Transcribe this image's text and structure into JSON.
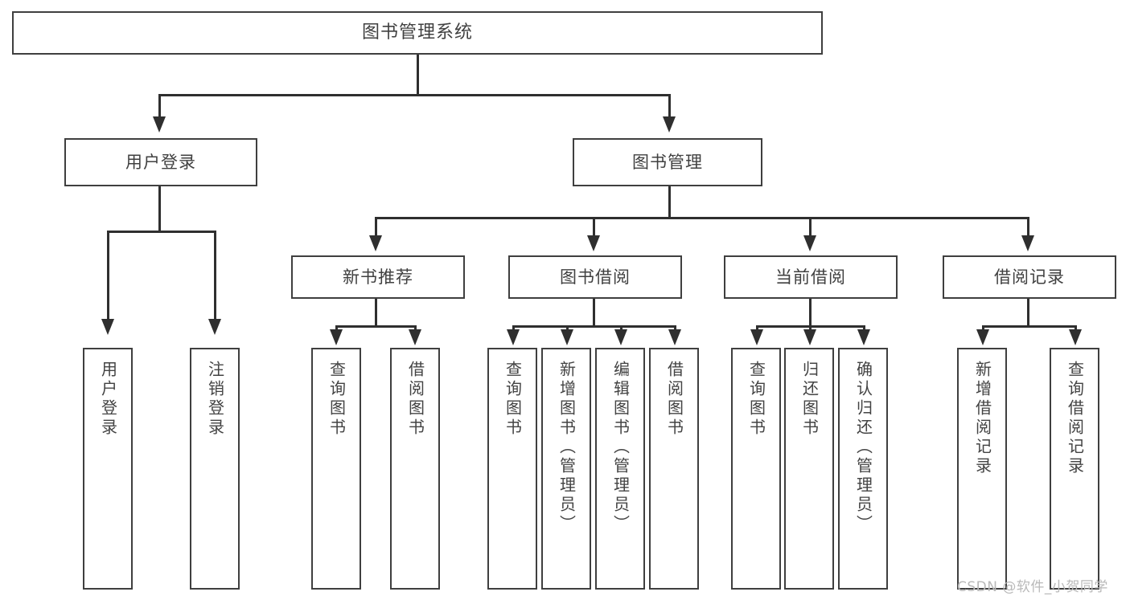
{
  "diagram": {
    "title": "图书管理系统",
    "type": "tree-hierarchy",
    "root": {
      "label": "图书管理系统"
    },
    "level1": [
      {
        "label": "用户登录"
      },
      {
        "label": "图书管理"
      }
    ],
    "level2": [
      {
        "label": "新书推荐"
      },
      {
        "label": "图书借阅"
      },
      {
        "label": "当前借阅"
      },
      {
        "label": "借阅记录"
      }
    ],
    "leaves": {
      "user_login": [
        {
          "label": "用户登录"
        },
        {
          "label": "注销登录"
        }
      ],
      "new_book_recommend": [
        {
          "label": "查询图书"
        },
        {
          "label": "借阅图书"
        }
      ],
      "book_borrow": [
        {
          "label": "查询图书"
        },
        {
          "label": "新增图书（管理员）"
        },
        {
          "label": "编辑图书（管理员）"
        },
        {
          "label": "借阅图书"
        }
      ],
      "current_borrow": [
        {
          "label": "查询图书"
        },
        {
          "label": "归还图书"
        },
        {
          "label": "确认归还（管理员）"
        }
      ],
      "borrow_record": [
        {
          "label": "新增借阅记录"
        },
        {
          "label": "查询借阅记录"
        }
      ]
    }
  },
  "watermark": {
    "text": "CSDN @软件_小贺同学"
  },
  "colors": {
    "box_border": "#3f3f3f",
    "connector": "#2f2f2f",
    "text": "#404040",
    "background": "#ffffff",
    "watermark": "#b9b9b9"
  }
}
